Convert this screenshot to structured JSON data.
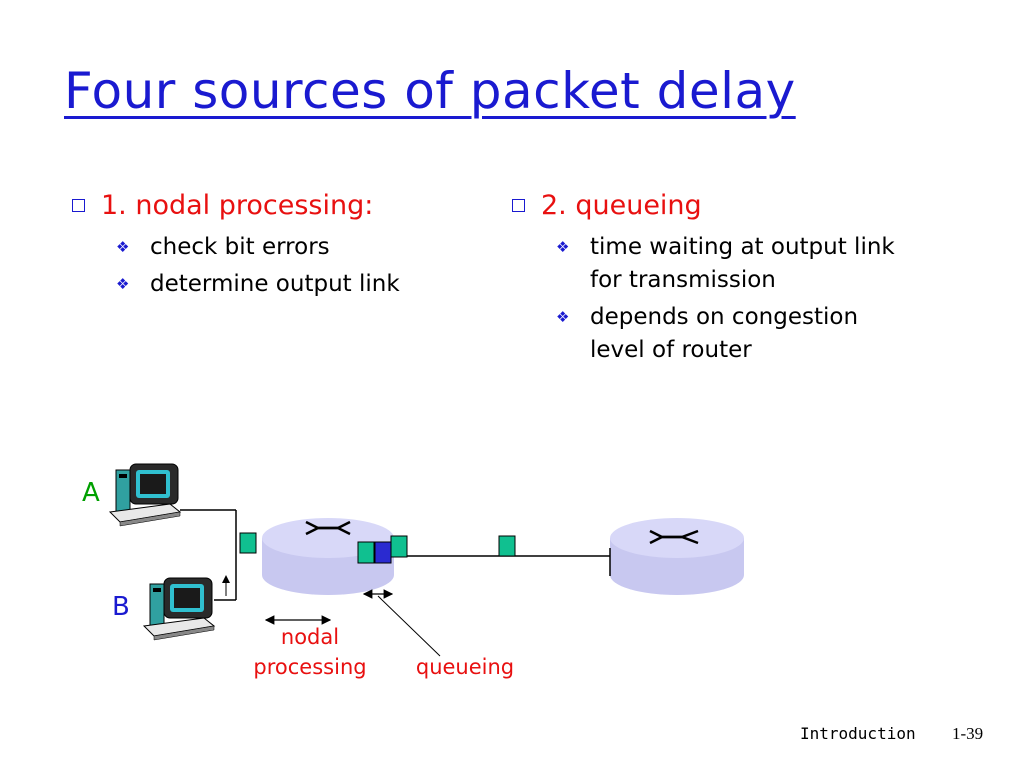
{
  "title": "Four sources of packet delay",
  "left_column": {
    "heading": "1. nodal processing:",
    "items": [
      "check bit errors",
      "determine output link"
    ]
  },
  "right_column": {
    "heading": "2. queueing",
    "items": [
      "time waiting at output link for transmission",
      "depends on congestion level of router"
    ]
  },
  "diagram": {
    "host_a_label": "A",
    "host_b_label": "B",
    "nodal_caption_line1": "nodal",
    "nodal_caption_line2": "processing",
    "queueing_caption": "queueing"
  },
  "footer": {
    "section": "Introduction",
    "page": "1-39"
  },
  "colors": {
    "title": "#1a1ad0",
    "heading": "#e81010",
    "router_fill": "#c8c8f0",
    "packet_green": "#10c090",
    "packet_blue": "#2a2ad0"
  }
}
